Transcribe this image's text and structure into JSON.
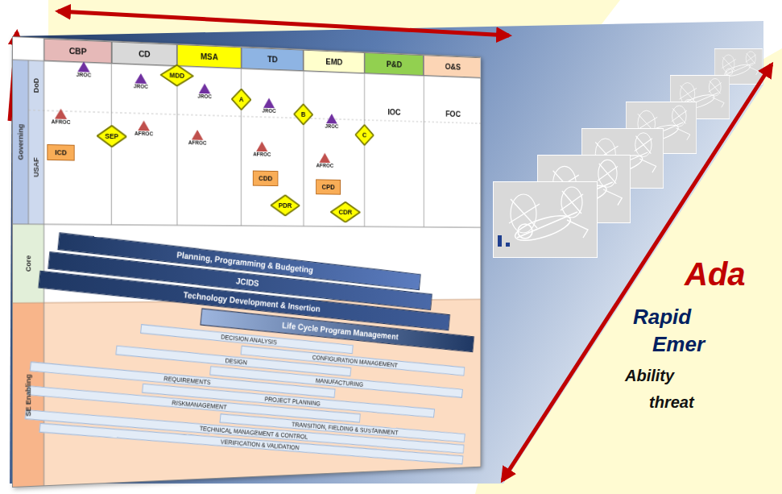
{
  "diagram": {
    "nodes": [
      {
        "text": [
          "CBP"
        ]
      },
      {
        "text": [
          "CD"
        ]
      },
      {
        "text": [
          "MSA"
        ]
      },
      {
        "text": [
          "TD"
        ]
      },
      {
        "text": [
          "EMD"
        ]
      },
      {
        "text": [
          "P&D"
        ]
      },
      {
        "text": [
          "O&S"
        ]
      },
      {
        "text": [
          "JROC"
        ]
      },
      {
        "text": [
          "AFROC"
        ]
      },
      {
        "text": [
          "SEP"
        ]
      },
      {
        "text": [
          "ICD"
        ]
      },
      {
        "text": [
          "JROC"
        ]
      },
      {
        "text": [
          "MDD"
        ]
      },
      {
        "text": [
          "AFROC"
        ]
      },
      {
        "text": [
          "JROC"
        ]
      },
      {
        "text": [
          "A"
        ]
      },
      {
        "text": [
          "AFROC"
        ]
      },
      {
        "text": [
          "JROC"
        ]
      },
      {
        "text": [
          "B"
        ]
      },
      {
        "text": [
          "AFROC"
        ]
      },
      {
        "text": [
          "CDD"
        ]
      },
      {
        "text": [
          "PDR"
        ]
      },
      {
        "text": [
          "JROC"
        ]
      },
      {
        "text": [
          "C"
        ]
      },
      {
        "text": [
          "AFROC"
        ]
      },
      {
        "text": [
          "CPD"
        ]
      },
      {
        "text": [
          "CDR"
        ]
      },
      {
        "text": [
          "Planning, Programming & Budgeting"
        ]
      },
      {
        "text": [
          "JCIDS"
        ]
      },
      {
        "text": [
          "Technology Development & Insertion"
        ]
      },
      {
        "text": [
          "Life Cycle Program Management"
        ]
      },
      {
        "text": [
          "DECISION ANALYSIS"
        ]
      },
      {
        "text": [
          "CONFIGURATION MANAGEMENT"
        ]
      },
      {
        "text": [
          "DESIGN"
        ]
      },
      {
        "text": [
          "MANUFACTURING"
        ]
      },
      {
        "text": [
          "REQUIREMENTS"
        ]
      },
      {
        "text": [
          "PROJECT PLANNING"
        ]
      },
      {
        "text": [
          "RISKMANAGEMENT"
        ]
      },
      {
        "text": [
          "TRANSITION, FIELDING & SUSTAINMENT"
        ]
      },
      {
        "text": [
          "TECHNICAL MANAGEMENT & CONTROL"
        ]
      },
      {
        "text": [
          "VERIFICATION & VALIDATION"
        ]
      }
    ],
    "labels": [
      "Governing",
      "DoD",
      "USAF",
      "Core",
      "SE Enabling",
      "IOC",
      "FOC",
      "Ada",
      "Rapid",
      "Emer",
      "Ability",
      "threat"
    ]
  }
}
